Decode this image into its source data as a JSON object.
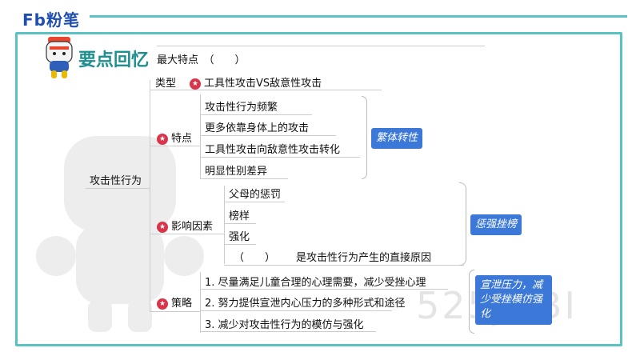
{
  "brand": {
    "logo_text": "Fb粉笔"
  },
  "colors": {
    "accent": "#59c3c3",
    "brand": "#1f4fae",
    "star": "#d9344a",
    "note_bg": "#3b78d8"
  },
  "header": {
    "title": "要点回忆",
    "subtitle": "最大特点　（　　）"
  },
  "mindmap": {
    "root": "攻击性行为",
    "type_branch": {
      "label": "类型",
      "content": "工具性攻击VS敌意性攻击",
      "icon": "star-icon"
    },
    "features": {
      "label": "特点",
      "items": [
        "攻击性行为频繁",
        "更多依靠身体上的攻击",
        "工具性攻击向敌意性攻击转化",
        "明显性别差异"
      ],
      "note": "繁体转性"
    },
    "factors": {
      "label": "影响因素",
      "items": [
        "父母的惩罚",
        "榜样",
        "强化"
      ],
      "blank_prefix": "（　　）",
      "blank_suffix": "是攻击性行为产生的直接原因",
      "note": "惩强挫榜"
    },
    "strategies": {
      "label": "策略",
      "items": [
        "1. 尽量满足儿童合理的心理需要，减少受挫心理",
        "2. 努力提供宣泄内心压力的多种形式和途径",
        "3. 减少对攻击性行为的模仿与强化"
      ],
      "note": "宣泄压力，减少受挫模仿强化"
    }
  },
  "watermark": "525JNBI"
}
